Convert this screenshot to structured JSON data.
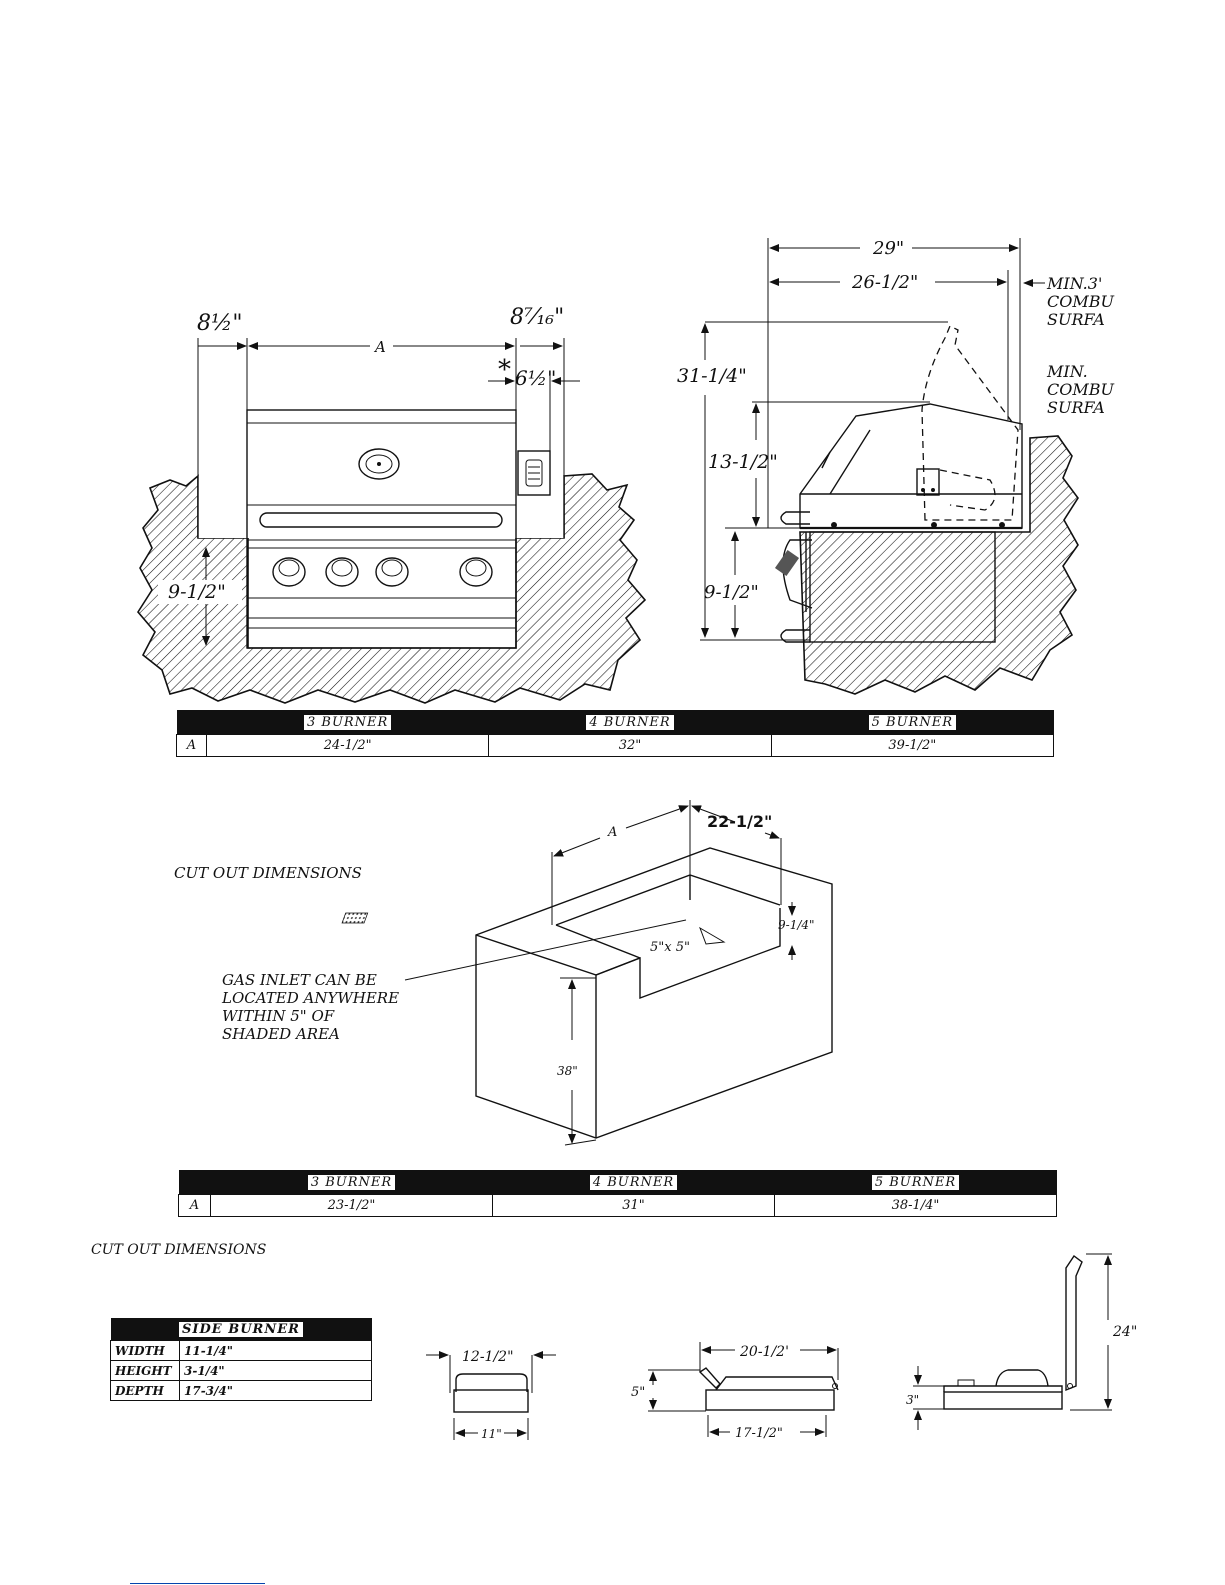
{
  "front_view": {
    "left_clearance": "8½\"",
    "right_clearance": "8⁷⁄₁₆\"",
    "width_label": "A",
    "asterisk": "*",
    "side_gap": "6½\"",
    "base_height": "9-1/2\""
  },
  "side_view": {
    "overall_depth": "29\"",
    "grill_depth": "26-1/2\"",
    "total_height": "31-1/4\"",
    "hood_height": "13-1/2\"",
    "base_height": "9-1/2\"",
    "note_1": [
      "MIN.3'",
      "COMBU",
      "SURFA"
    ],
    "note_2": [
      "MIN.",
      "COMBU",
      "SURFA"
    ]
  },
  "table_a": {
    "row_label": "A",
    "columns": [
      {
        "name": "3 BURNER",
        "value": "24-1/2\""
      },
      {
        "name": "4 BURNER",
        "value": "32\""
      },
      {
        "name": "5 BURNER",
        "value": "39-1/2\""
      }
    ]
  },
  "cutout": {
    "title": "CUT OUT DIMENSIONS",
    "width_label": "A",
    "depth": "22-1/2\"",
    "recess_height": "9-1/4\"",
    "inlet_size": "5\"x 5\"",
    "height": "38\"",
    "gas_note": [
      "GAS INLET CAN BE",
      "LOCATED ANYWHERE",
      "WITHIN 5\" OF",
      "SHADED AREA"
    ]
  },
  "table_b": {
    "row_label": "A",
    "columns": [
      {
        "name": "3 BURNER",
        "value": "23-1/2\""
      },
      {
        "name": "4 BURNER",
        "value": "31\""
      },
      {
        "name": "5 BURNER",
        "value": "38-1/4\""
      }
    ]
  },
  "cutout_title_2": "CUT OUT DIMENSIONS",
  "side_burner": {
    "title": "SIDE BURNER",
    "rows": [
      {
        "label": "WIDTH",
        "value": "11-1/4\""
      },
      {
        "label": "HEIGHT",
        "value": "3-1/4\""
      },
      {
        "label": "DEPTH",
        "value": "17-3/4\""
      }
    ],
    "front_top": "12-1/2\"",
    "front_bottom": "11\"",
    "side_top": "20-1/2'",
    "side_height": "5\"",
    "side_bottom": "17-1/2\"",
    "open_height": "24\"",
    "base": "3\""
  }
}
